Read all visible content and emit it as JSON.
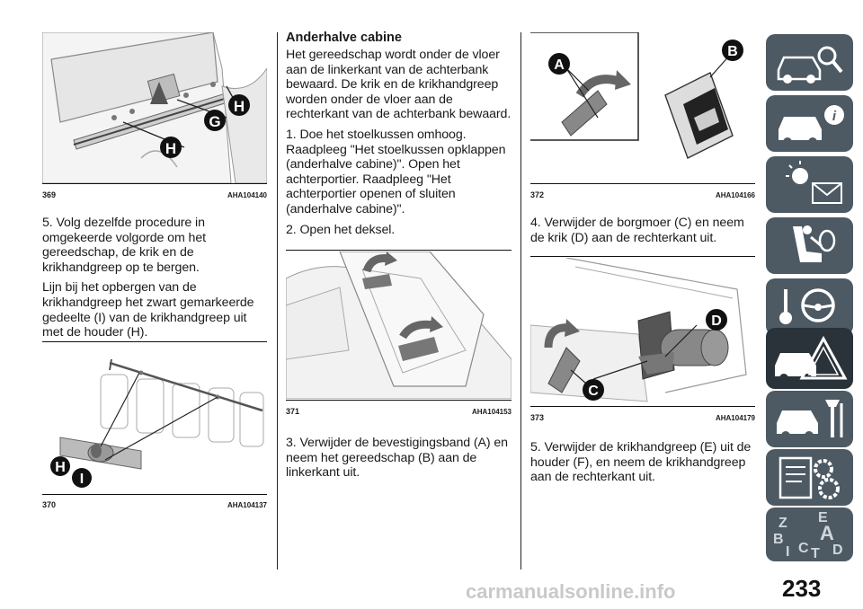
{
  "page_number": "233",
  "watermark": "carmanualsonline.info",
  "figures": [
    {
      "number": "369",
      "code": "AHA104140",
      "callouts": [
        "H",
        "G",
        "H"
      ]
    },
    {
      "number": "370",
      "code": "AHA104137",
      "callouts": [
        "H",
        "I"
      ]
    },
    {
      "number": "371",
      "code": "AHA104153",
      "callouts": []
    },
    {
      "number": "372",
      "code": "AHA104166",
      "callouts": [
        "A",
        "B"
      ]
    },
    {
      "number": "373",
      "code": "AHA104179",
      "callouts": [
        "D",
        "C"
      ]
    }
  ],
  "col1": {
    "p1": "5. Volg dezelfde procedure in omgekeerde volgorde om het gereedschap, de krik en de krikhandgreep op te bergen.",
    "p2": "Lijn bij het opbergen van de krikhandgreep het zwart gemarkeerde gedeelte (I) van de krikhandgreep uit met de houder (H)."
  },
  "col2": {
    "heading": "Anderhalve cabine",
    "p1": "Het gereedschap wordt onder de vloer aan de linkerkant van de achterbank bewaard. De krik en de krikhandgreep worden onder de vloer aan de rechterkant van de achterbank bewaard.",
    "p2": "1. Doe het stoelkussen omhoog. Raadpleeg \"Het stoelkussen opklappen (anderhalve cabine)\". Open het achterportier. Raadpleeg \"Het achterportier openen of sluiten (anderhalve cabine)\".",
    "p3": "2. Open het deksel.",
    "p4": "3. Verwijder de bevestigingsband (A) en neem het gereedschap (B) aan de linkerkant uit."
  },
  "col3": {
    "p1": "4. Verwijder de borgmoer (C) en neem de krik (D) aan de rechterkant uit.",
    "p2": "5. Verwijder de krikhandgreep (E) uit de houder (F), en neem de krikhandgreep aan de rechterkant uit."
  },
  "side_tabs": [
    {
      "icon": "car-magnifier-icon"
    },
    {
      "icon": "car-info-icon"
    },
    {
      "icon": "warning-lights-message-icon"
    },
    {
      "icon": "seat-airbag-icon"
    },
    {
      "icon": "key-steering-wheel-icon"
    },
    {
      "icon": "car-breakdown-warning-icon",
      "active": true
    },
    {
      "icon": "car-service-tools-icon"
    },
    {
      "icon": "specifications-gears-icon"
    },
    {
      "icon": "alphabetical-index-icon"
    }
  ],
  "colors": {
    "tab": "#4d5a63",
    "tab_active": "#293339",
    "text": "#1a1a1a"
  }
}
